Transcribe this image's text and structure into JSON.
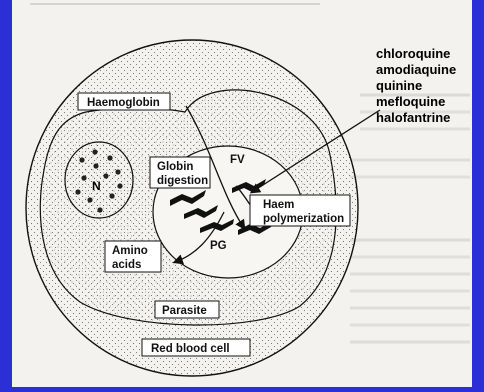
{
  "labels": {
    "haemoglobin": "Haemoglobin",
    "globin_digestion_1": "Globin",
    "globin_digestion_2": "digestion",
    "fv": "FV",
    "haem_polymerization_1": "Haem",
    "haem_polymerization_2": "polymerization",
    "pg": "PG",
    "amino_acids_1": "Amino",
    "amino_acids_2": "acids",
    "parasite": "Parasite",
    "red_blood_cell": "Red blood cell",
    "nucleus": "N"
  },
  "drugs": [
    "chloroquine",
    "amodiaquine",
    "quinine",
    "mefloquine",
    "halofantrine"
  ],
  "colors": {
    "background": "#2a2fd6",
    "paper": "#f3f2ef",
    "ink": "#111111",
    "stipple": "#555555"
  }
}
